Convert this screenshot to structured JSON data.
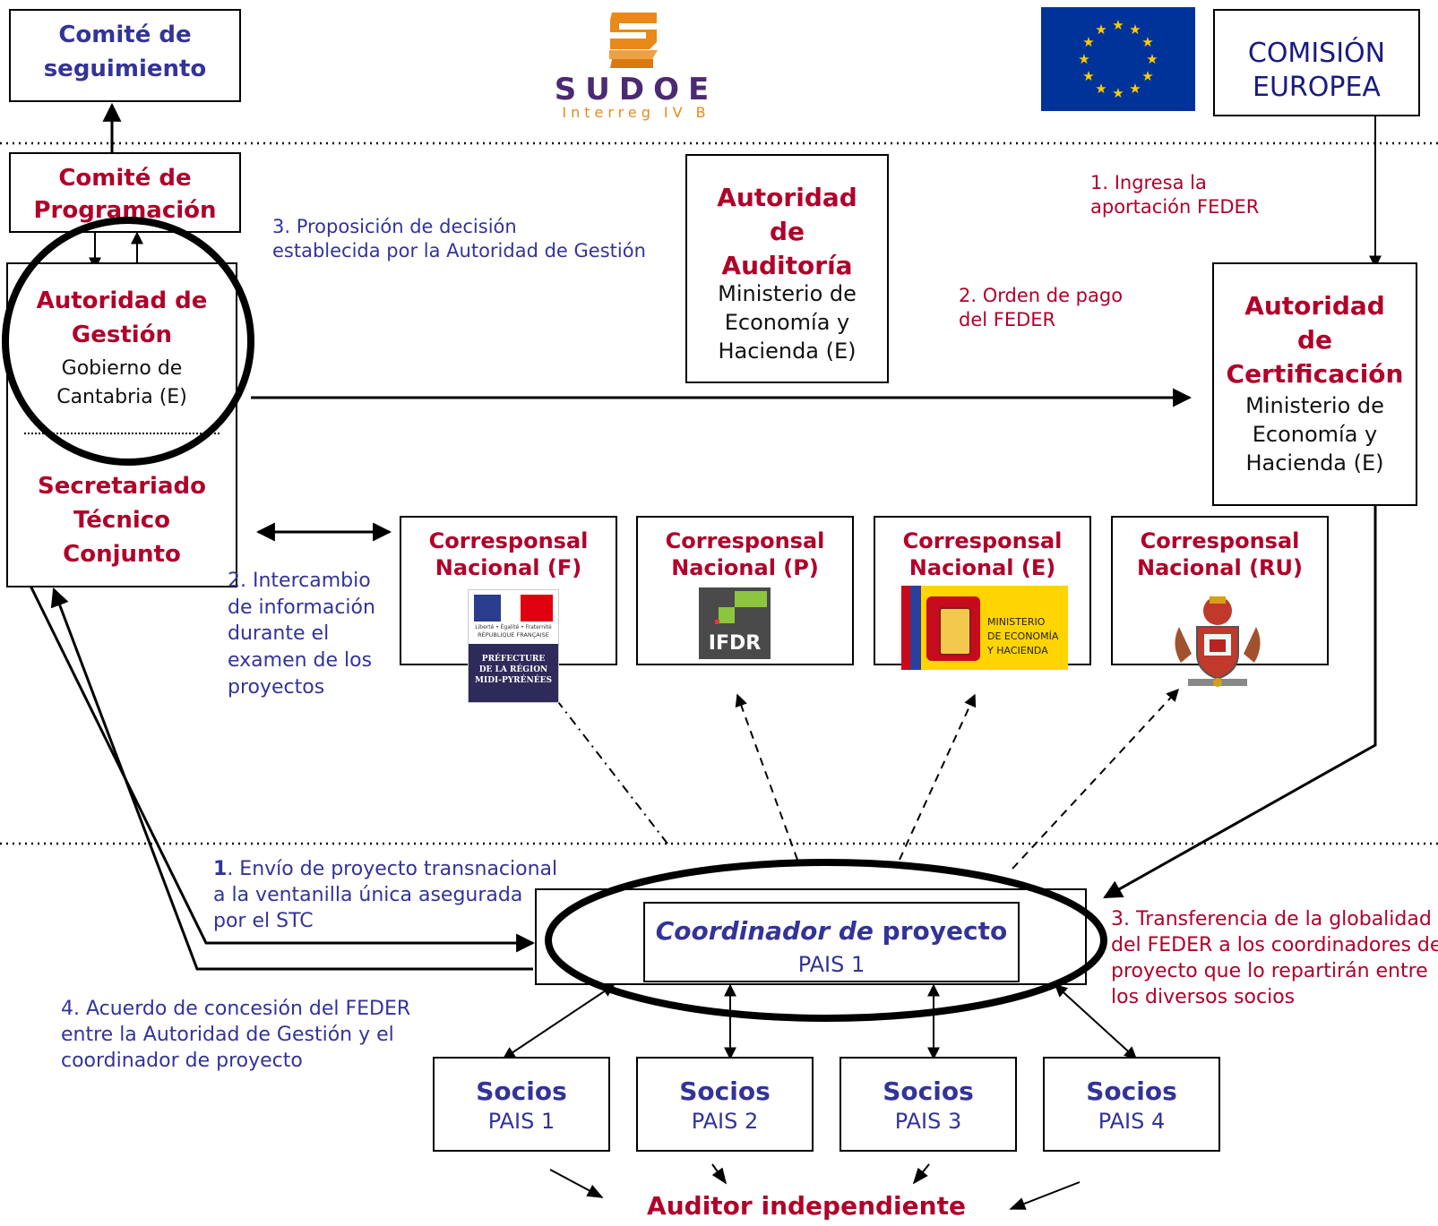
{
  "top": {
    "comite_seguimiento": [
      "Comité de",
      "seguimiento"
    ],
    "sudoe": {
      "name": "SUDOE",
      "sub": "Interreg IV B"
    },
    "comision": [
      "COMISIÓN",
      "EUROPEA"
    ]
  },
  "left": {
    "comite_programacion": [
      "Comité de",
      "Programación"
    ],
    "autoridad_gestion": {
      "title": [
        "Autoridad de",
        "Gestión"
      ],
      "sub": [
        "Gobierno de",
        "Cantabria (E)"
      ]
    },
    "secretariado": [
      "Secretariado",
      "Técnico",
      "Conjunto"
    ]
  },
  "auditoria": {
    "title": [
      "Autoridad",
      "de",
      "Auditoría"
    ],
    "sub": [
      "Ministerio de",
      "Economía y",
      "Hacienda (E)"
    ]
  },
  "certificacion": {
    "title": [
      "Autoridad",
      "de",
      "Certificación"
    ],
    "sub": [
      "Ministerio de",
      "Economía y",
      "Hacienda (E)"
    ]
  },
  "annotations": {
    "proposicion": [
      "3. Proposición de decisión",
      "establecida por la Autoridad de Gestión"
    ],
    "ingresa": [
      "1. Ingresa la",
      "aportación FEDER"
    ],
    "orden": [
      "2. Orden de pago",
      "del FEDER"
    ],
    "intercambio": [
      "2. Intercambio",
      "de información",
      "durante el",
      "examen de los",
      "proyectos"
    ],
    "envio": {
      "num": "1",
      "lines": [
        ". Envío de proyecto transnacional",
        "a la ventanilla única asegurada",
        "por el STC"
      ]
    },
    "acuerdo": [
      "4. Acuerdo de concesión del FEDER",
      "entre la Autoridad de Gestión y el",
      "coordinador de proyecto"
    ],
    "transferencia": [
      "3. Transferencia de la globalidad",
      "del FEDER a los coordinadores de",
      "proyecto que lo repartirán entre",
      "los diversos socios"
    ]
  },
  "corresponsales": [
    {
      "title": [
        "Corresponsal",
        "Nacional (F)"
      ],
      "logo_lines": [
        "Liberté • Égalité • Fraternité",
        "RÉPUBLIQUE FRANÇAISE",
        "PRÉFECTURE",
        "DE LA RÉGION",
        "MIDI-PYRÉNÉES"
      ]
    },
    {
      "title": [
        "Corresponsal",
        "Nacional (P)"
      ],
      "logo_lines": [
        "IFDR"
      ]
    },
    {
      "title": [
        "Corresponsal",
        "Nacional (E)"
      ],
      "logo_lines": [
        "MINISTERIO",
        "DE ECONOMÍA",
        "Y HACIENDA"
      ]
    },
    {
      "title": [
        "Corresponsal",
        "Nacional (RU)"
      ],
      "logo_lines": []
    }
  ],
  "coordinador": {
    "title_italic": "Coordinador de",
    "title_rest": "proyecto",
    "sub": "PAIS 1"
  },
  "socios": [
    {
      "title": "Socios",
      "sub": "PAIS 1"
    },
    {
      "title": "Socios",
      "sub": "PAIS 2"
    },
    {
      "title": "Socios",
      "sub": "PAIS 3"
    },
    {
      "title": "Socios",
      "sub": "PAIS 4"
    }
  ],
  "auditor": "Auditor independiente",
  "colors": {
    "blue": "#333399",
    "red": "#b0002a",
    "eu_blue": "#003399",
    "eu_star": "#ffcc00",
    "sudoe_orange": "#e8891a",
    "sudoe_purple": "#4b2a73"
  },
  "icons": [
    "eu-flag",
    "sudoe-logo",
    "french-prefecture-logo",
    "ifdr-logo",
    "spain-ministry-logo",
    "gibraltar-coat-of-arms"
  ]
}
